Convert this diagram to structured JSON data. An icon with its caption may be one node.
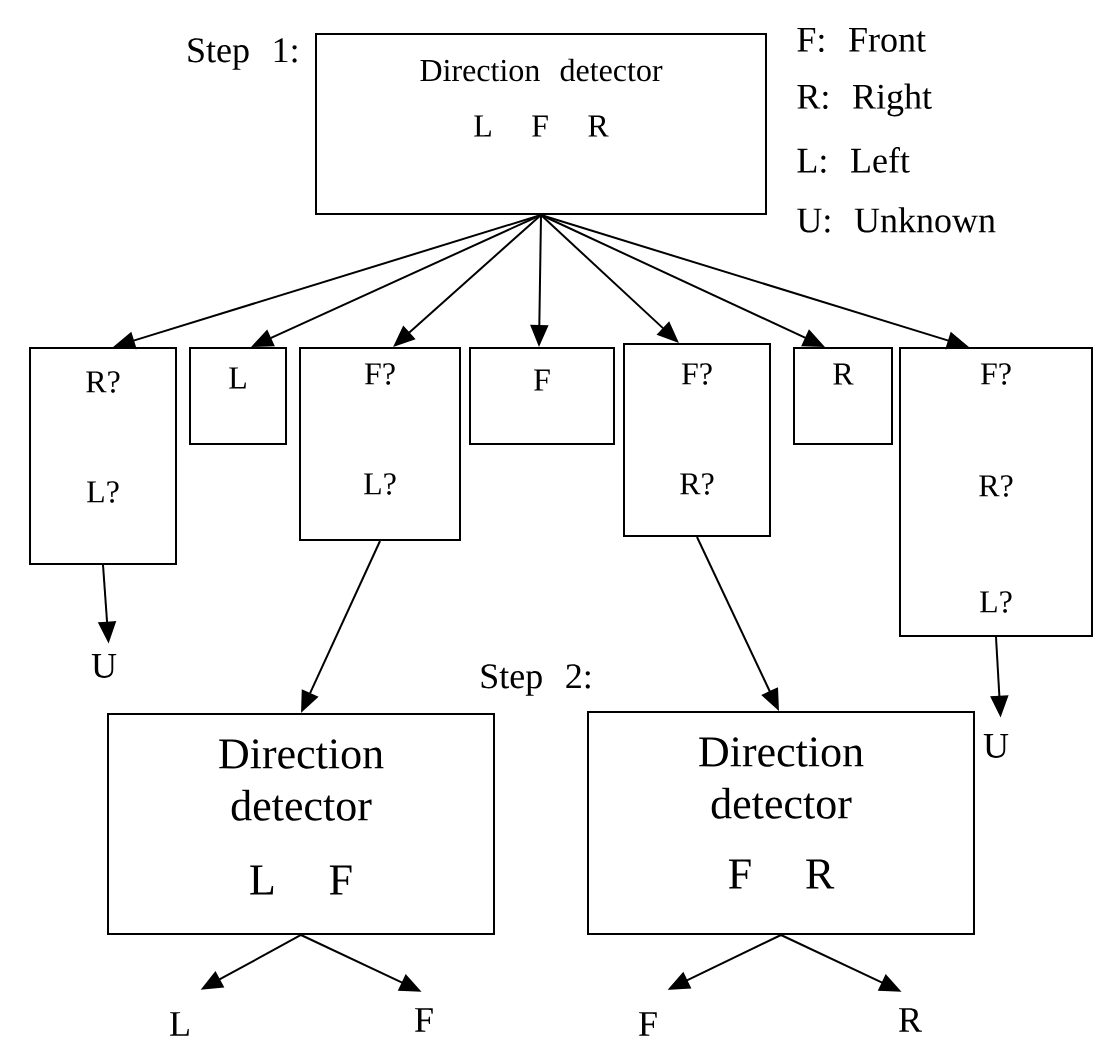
{
  "diagram": {
    "nodes": [
      {
        "text": [
          "Direction detector",
          "L F R"
        ]
      },
      {
        "text": [
          "R?",
          "L?"
        ]
      },
      {
        "text": [
          "L"
        ]
      },
      {
        "text": [
          "F?",
          "L?"
        ]
      },
      {
        "text": [
          "F"
        ]
      },
      {
        "text": [
          "F?",
          "R?"
        ]
      },
      {
        "text": [
          "R"
        ]
      },
      {
        "text": [
          "F?",
          "R?",
          "L?"
        ]
      },
      {
        "text": [
          "U"
        ]
      },
      {
        "text": [
          "U"
        ]
      },
      {
        "text": [
          "Direction detector",
          "L F"
        ]
      },
      {
        "text": [
          "Direction detector",
          "F R"
        ]
      },
      {
        "text": [
          "L"
        ]
      },
      {
        "text": [
          "F"
        ]
      },
      {
        "text": [
          "F"
        ]
      },
      {
        "text": [
          "R"
        ]
      }
    ],
    "edges": [
      {
        "from": 0,
        "to": 1,
        "arrow": "to"
      },
      {
        "from": 0,
        "to": 2,
        "arrow": "to"
      },
      {
        "from": 0,
        "to": 3,
        "arrow": "to"
      },
      {
        "from": 0,
        "to": 4,
        "arrow": "to"
      },
      {
        "from": 0,
        "to": 5,
        "arrow": "to"
      },
      {
        "from": 0,
        "to": 6,
        "arrow": "to"
      },
      {
        "from": 0,
        "to": 7,
        "arrow": "to"
      },
      {
        "from": 1,
        "to": 8,
        "arrow": "to"
      },
      {
        "from": 7,
        "to": 9,
        "arrow": "to"
      },
      {
        "from": 3,
        "to": 10,
        "arrow": "to"
      },
      {
        "from": 5,
        "to": 11,
        "arrow": "to"
      },
      {
        "from": 10,
        "to": 12,
        "arrow": "to"
      },
      {
        "from": 10,
        "to": 13,
        "arrow": "to"
      },
      {
        "from": 11,
        "to": 14,
        "arrow": "to"
      },
      {
        "from": 11,
        "to": 15,
        "arrow": "to"
      }
    ],
    "labels": [
      "Step 1:",
      "F: Front",
      "R: Right",
      "L: Left",
      "U: Unknown",
      "Step 2:"
    ]
  }
}
